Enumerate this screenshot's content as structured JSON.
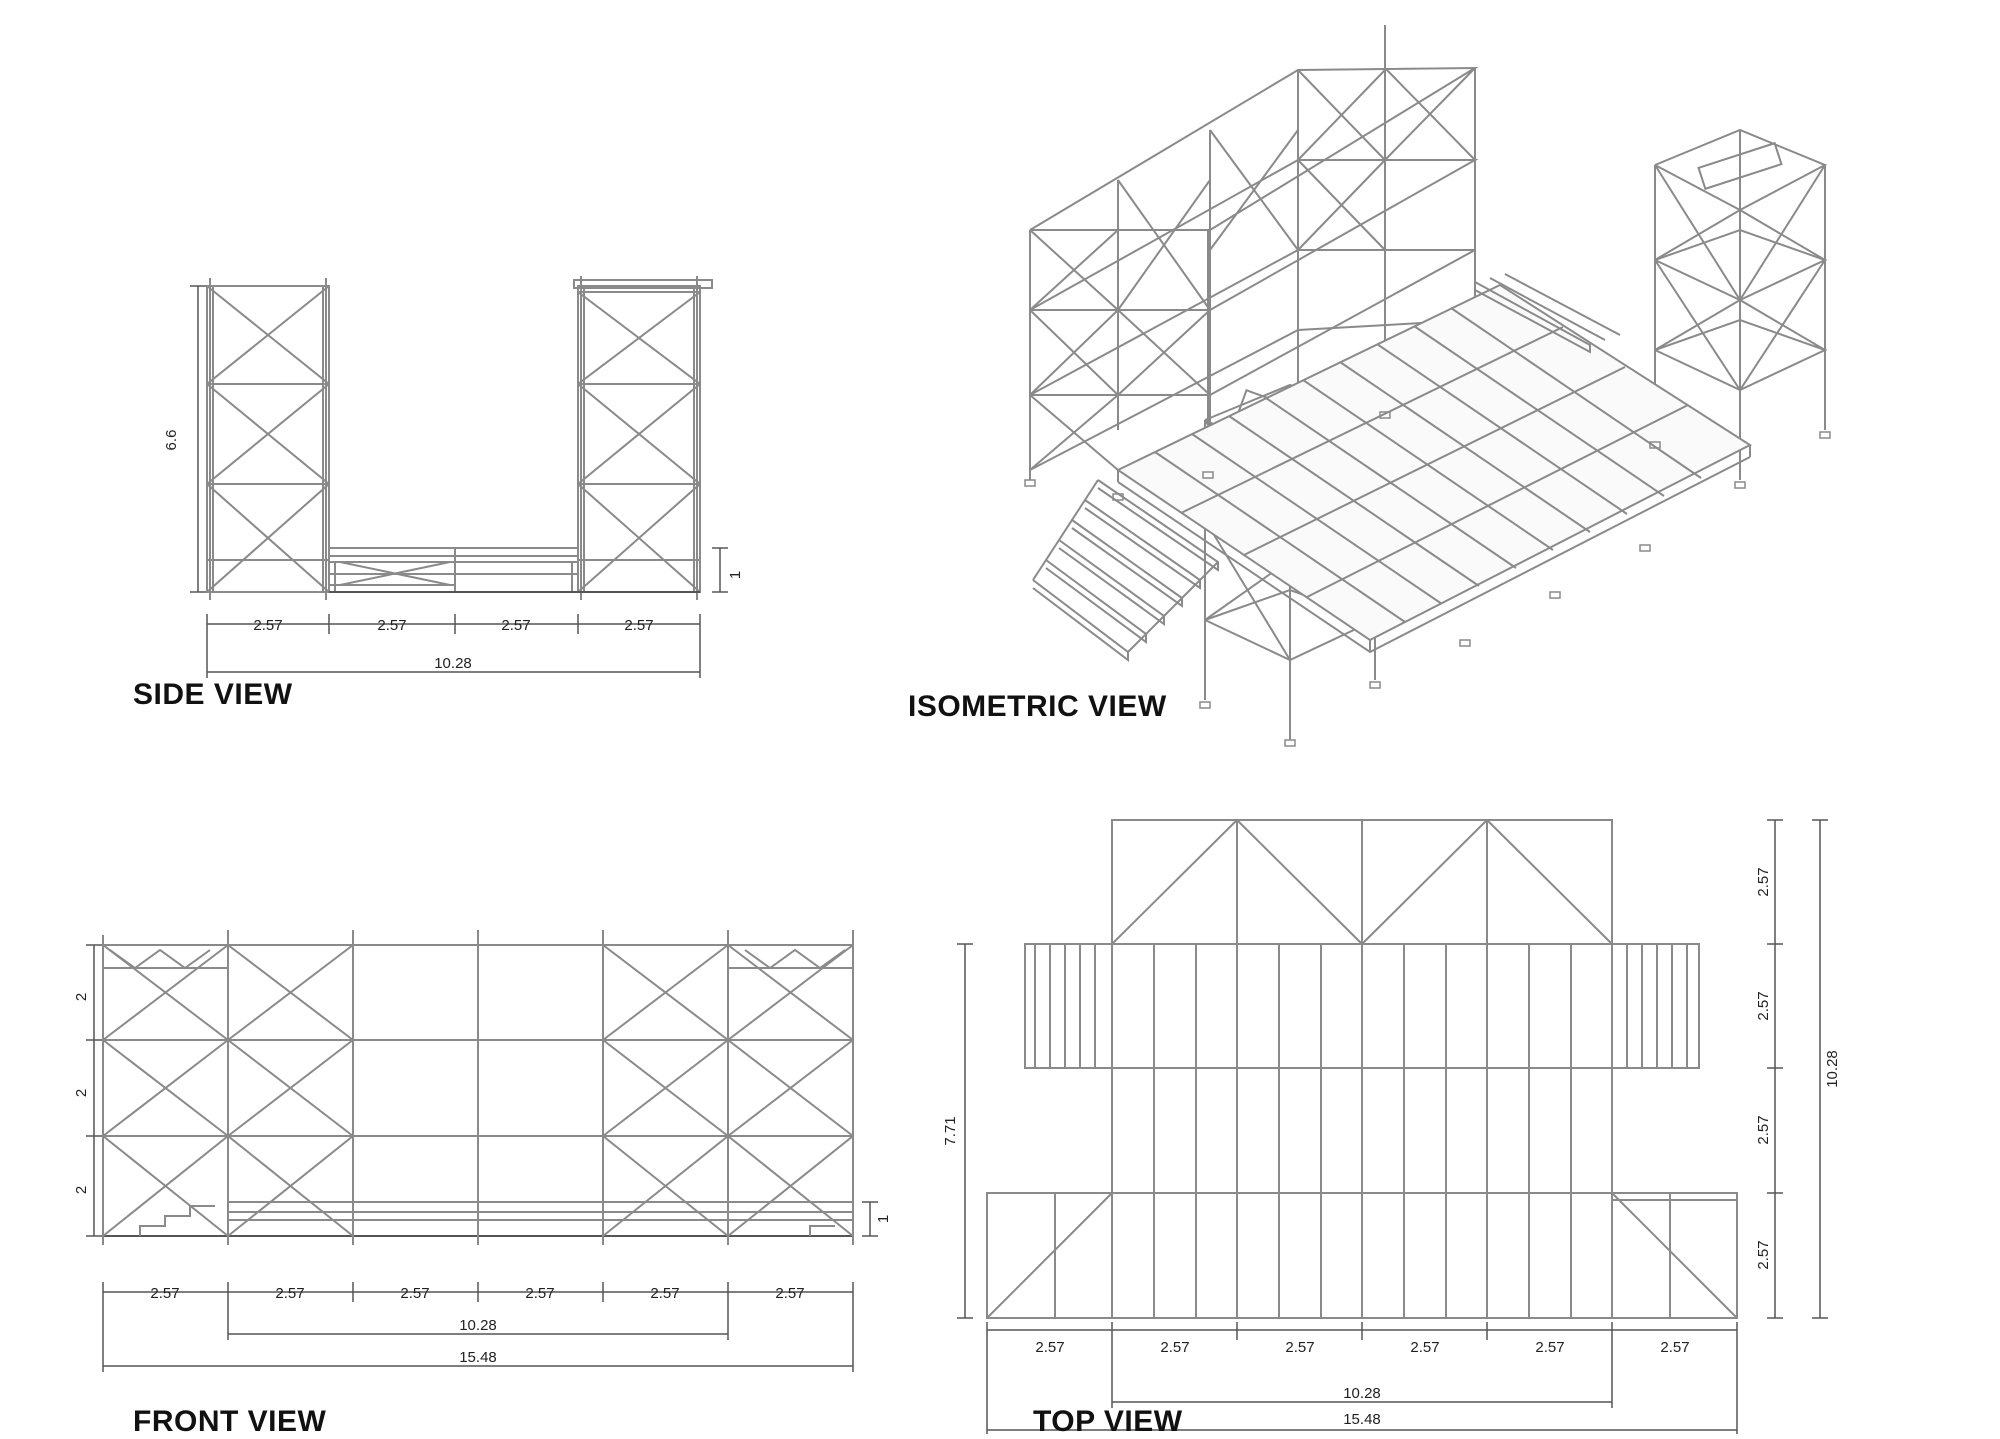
{
  "views": {
    "side": {
      "title": "SIDE VIEW",
      "spans": [
        "2.57",
        "2.57",
        "2.57",
        "2.57"
      ],
      "total": "10.28",
      "height": "6.6",
      "deck": "1"
    },
    "isometric": {
      "title": "ISOMETRIC VIEW"
    },
    "front": {
      "title": "FRONT VIEW",
      "spans": [
        "2.57",
        "2.57",
        "2.57",
        "2.57",
        "2.57",
        "2.57"
      ],
      "inner_total": "10.28",
      "total": "15.48",
      "levels": [
        "2",
        "2",
        "2"
      ],
      "deck": "1"
    },
    "top": {
      "title": "TOP VIEW",
      "spans": [
        "2.57",
        "2.57",
        "2.57",
        "2.57",
        "2.57",
        "2.57"
      ],
      "inner_total": "10.28",
      "total": "15.48",
      "right_spans": [
        "2.57",
        "2.57",
        "2.57",
        "2.57"
      ],
      "right_total": "10.28",
      "left_total": "7.71"
    }
  },
  "colors": {
    "line": "#8a8a8a",
    "dark": "#555555",
    "text": "#222222"
  }
}
